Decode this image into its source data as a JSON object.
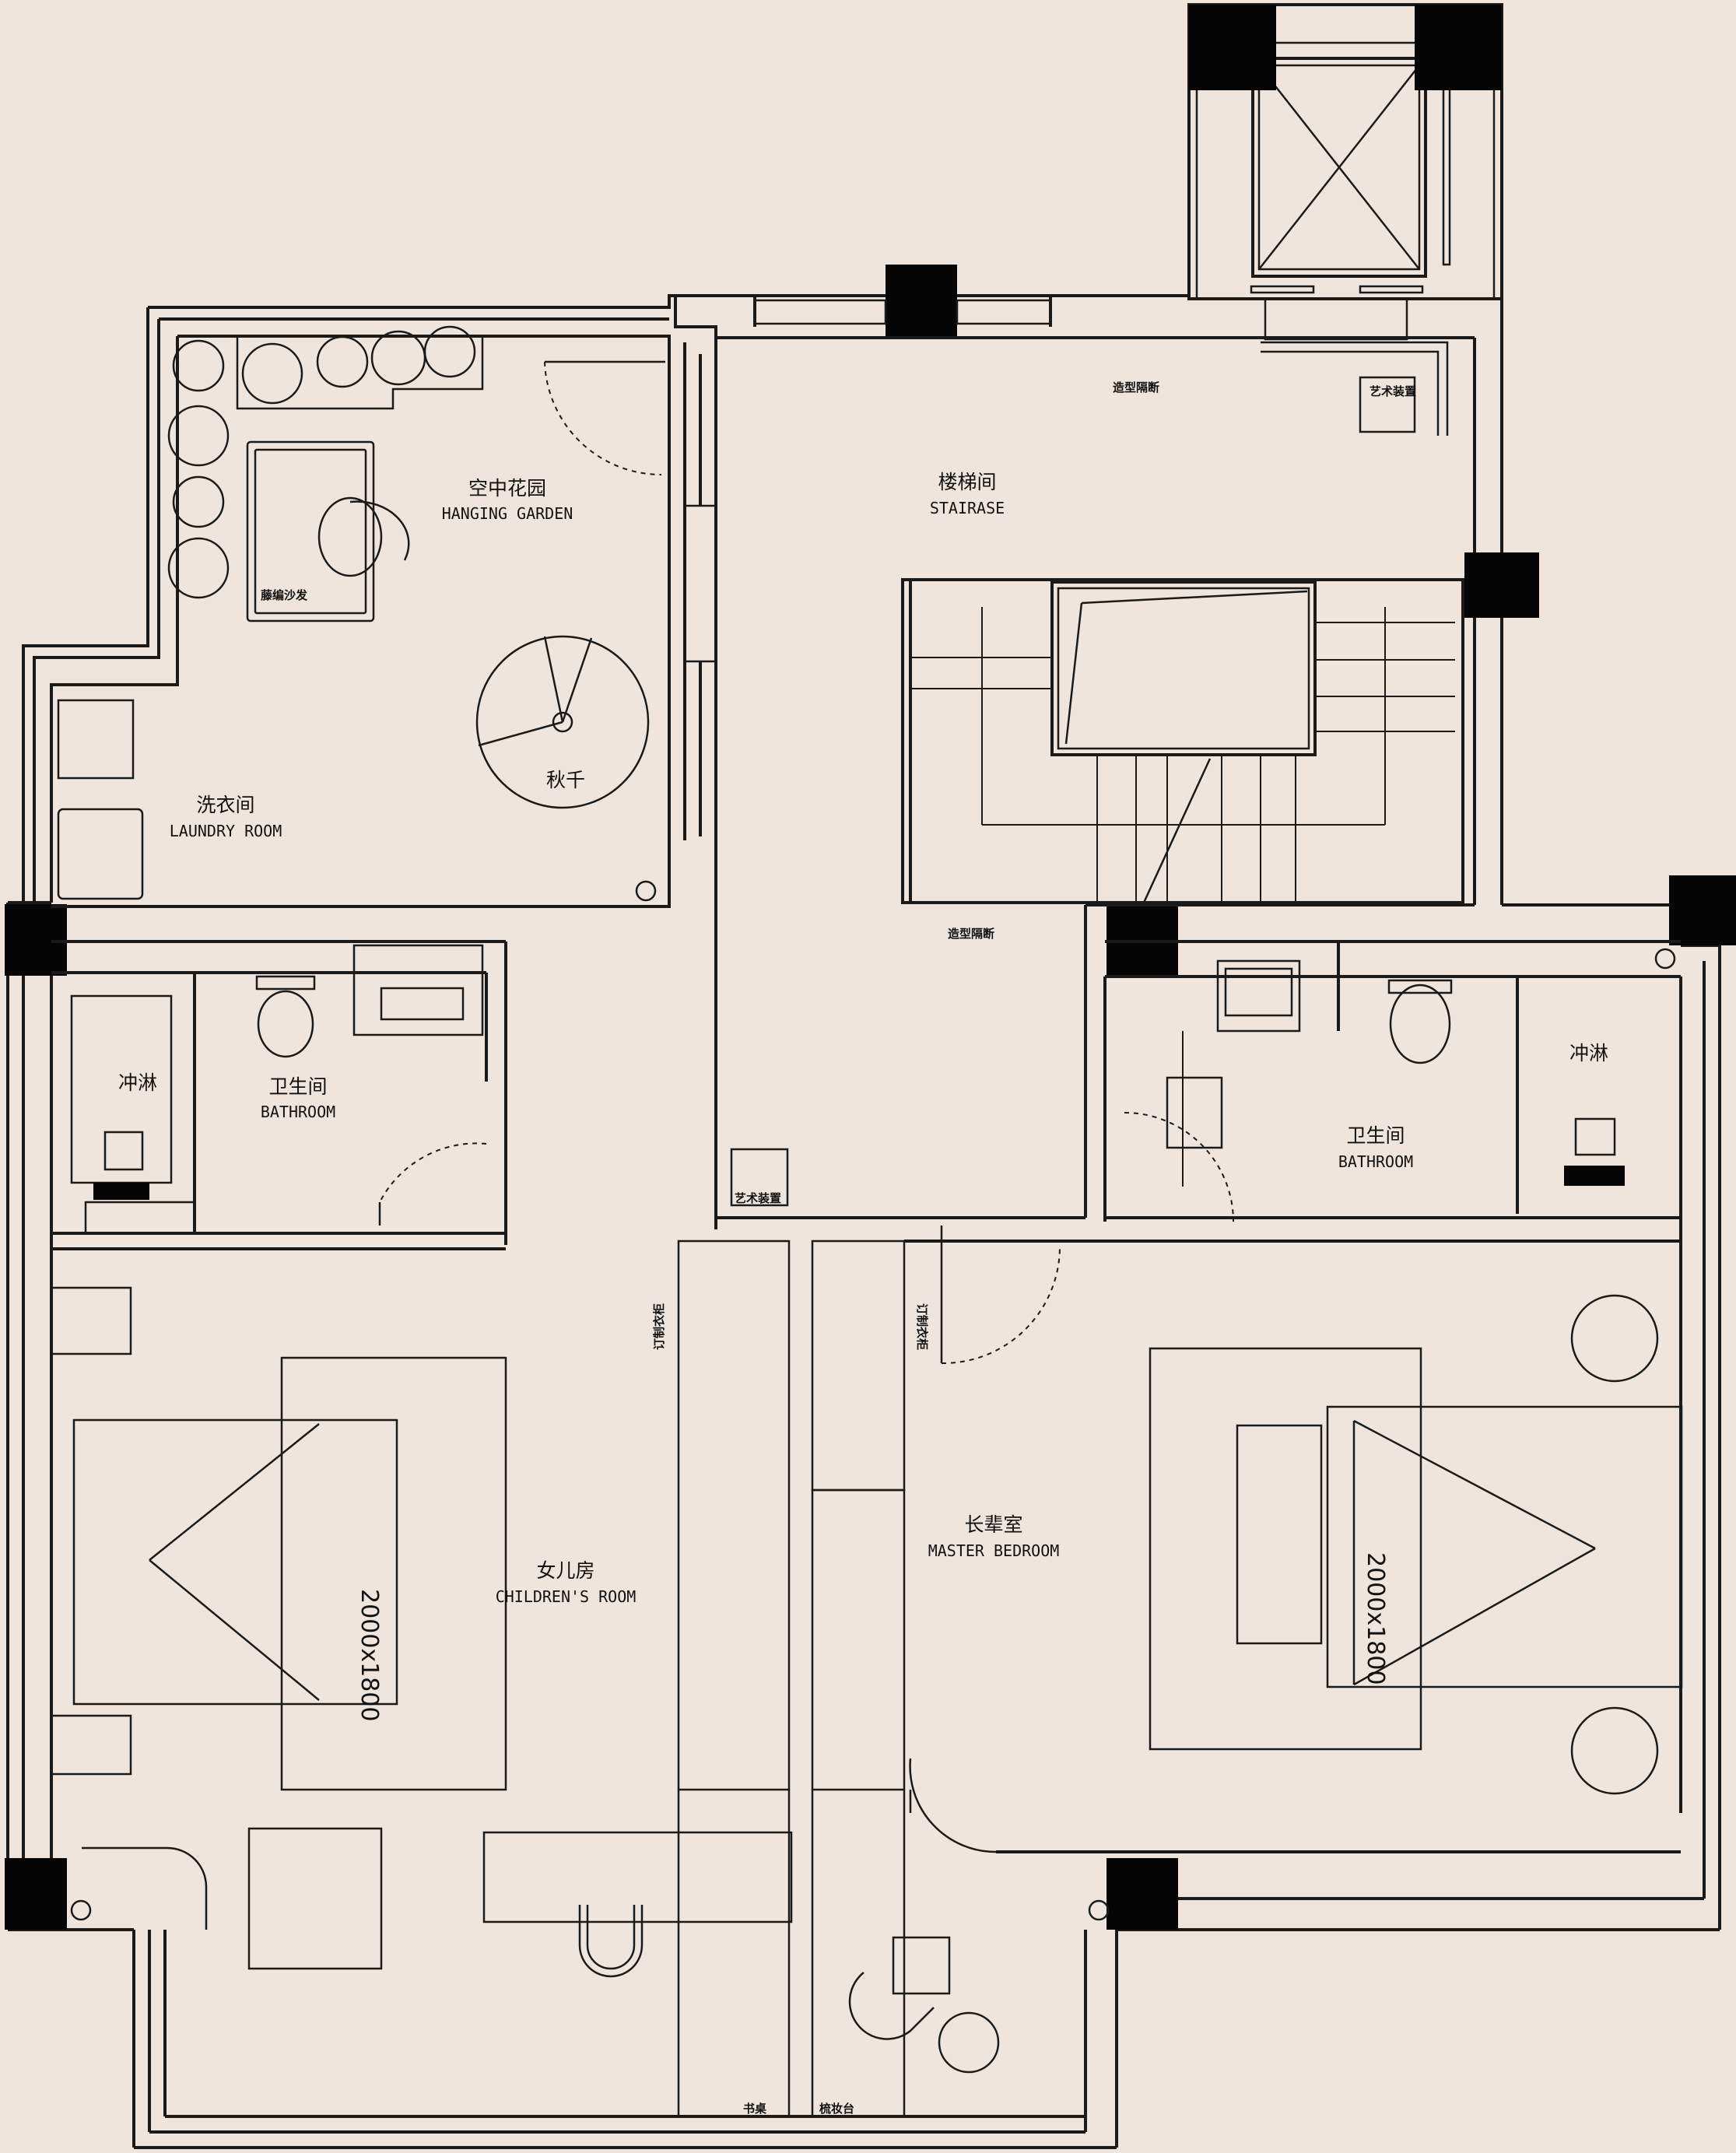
{
  "rooms": {
    "garden": {
      "zh": "空中花园",
      "en": "HANGING GARDEN"
    },
    "laundry": {
      "zh": "洗衣间",
      "en": "LAUNDRY ROOM"
    },
    "stair": {
      "zh": "楼梯间",
      "en": "STAIRASE"
    },
    "bath_left": {
      "zh": "卫生间",
      "en": "BATHROOM"
    },
    "bath_right": {
      "zh": "卫生间",
      "en": "BATHROOM"
    },
    "children": {
      "zh": "女儿房",
      "en": "CHILDREN'S ROOM"
    },
    "master": {
      "zh": "长辈室",
      "en": "MASTER  BEDROOM"
    }
  },
  "labels": {
    "swing": "秋千",
    "rattan_sofa": "藤编沙发",
    "shower_left": "冲淋",
    "shower_right": "冲淋",
    "partition_top": "造型隔断",
    "partition_mid": "造型隔断",
    "art_top": "艺术装置",
    "art_bottom": "艺术装置",
    "wardrobe_left": "订制衣柜",
    "wardrobe_right": "订制衣柜",
    "desk": "书桌",
    "dresser": "梳妆台"
  },
  "dimensions": {
    "bed_left": "2000x1800",
    "bed_right": "2000x1800"
  }
}
